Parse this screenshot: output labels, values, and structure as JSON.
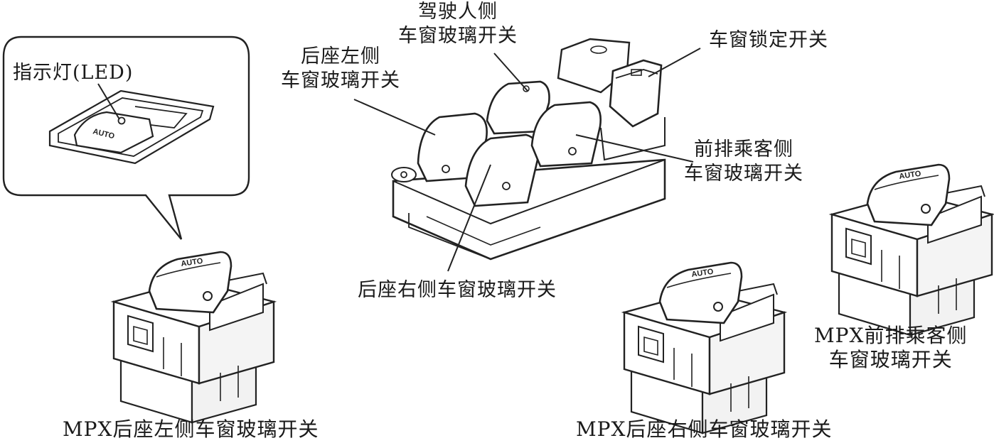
{
  "labels": {
    "led": "指示灯(LED)",
    "driver_line1": "驾驶人侧",
    "driver_line2": "车窗玻璃开关",
    "rear_left_line1": "后座左侧",
    "rear_left_line2": "车窗玻璃开关",
    "window_lock": "车窗锁定开关",
    "front_passenger_line1": "前排乘客侧",
    "front_passenger_line2": "车窗玻璃开关",
    "rear_right": "后座右侧车窗玻璃开关",
    "mpx_rear_left": "MPX后座左侧车窗玻璃开关",
    "mpx_rear_right": "MPX后座右侧车窗玻璃开关",
    "mpx_front_line1": "MPX前排乘客侧",
    "mpx_front_line2": "车窗玻璃开关",
    "auto_text": "AUTO"
  }
}
